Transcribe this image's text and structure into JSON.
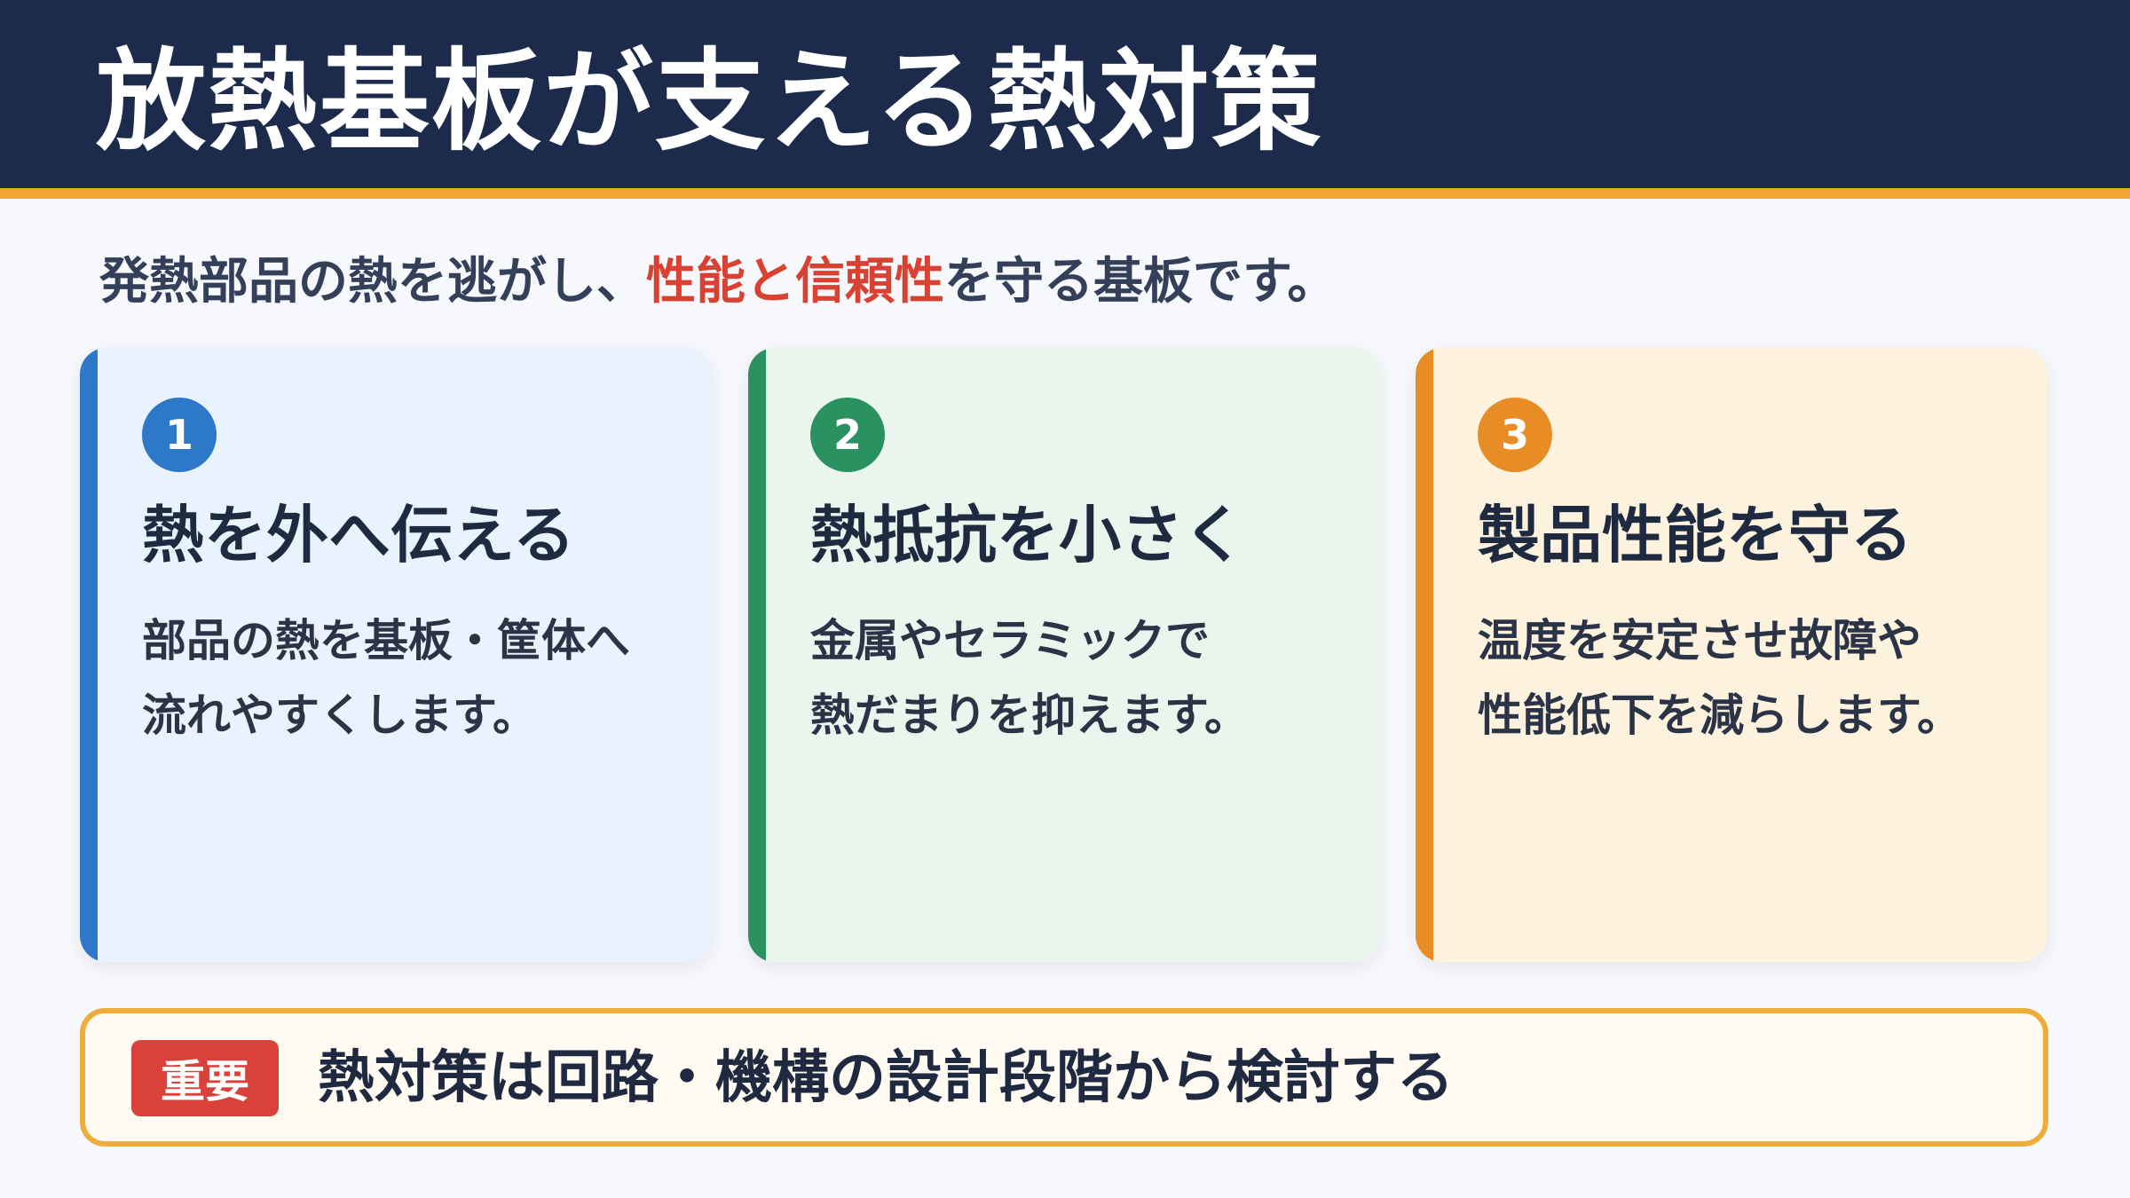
{
  "header": {
    "title": "放熱基板が支える熱対策"
  },
  "lead": {
    "before": "発熱部品の熱を逃がし、",
    "emphasis": "性能と信頼性",
    "after": "を守る基板です。"
  },
  "cards": [
    {
      "number": "1",
      "title": "熱を外へ伝える",
      "lines": [
        "部品の熱を基板・筐体へ",
        "流れやすくします。"
      ]
    },
    {
      "number": "2",
      "title": "熱抵抗を小さく",
      "lines": [
        "金属やセラミックで",
        "熱だまりを抑えます。"
      ]
    },
    {
      "number": "3",
      "title": "製品性能を守る",
      "lines": [
        "温度を安定させ故障や",
        "性能低下を減らします。"
      ]
    }
  ],
  "note": {
    "tag": "重要",
    "text": "熱対策は回路・機構の設計段階から検討する"
  },
  "colors": {
    "header_bg": "#1c2b4c",
    "header_rule": "#f2a530",
    "emphasis": "#d94133",
    "card1_accent": "#2e78c9",
    "card2_accent": "#2a9161",
    "card3_accent": "#e88d25",
    "note_border": "#eeac3b",
    "note_tag": "#d9413a"
  }
}
